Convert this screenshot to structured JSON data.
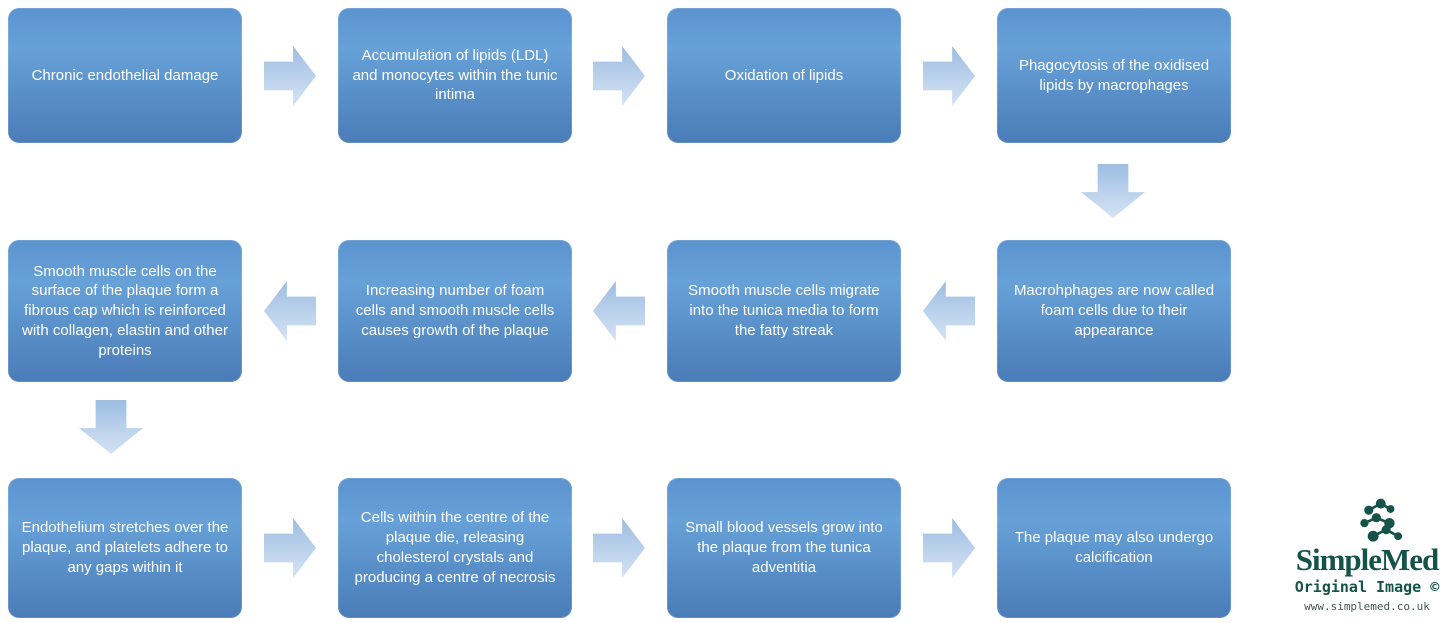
{
  "diagram": {
    "subject": "Pathophysiology of atherosclerosis flowchart",
    "boxes": [
      {
        "step": 1,
        "text": "Chronic endothelial damage"
      },
      {
        "step": 2,
        "text": "Accumulation of lipids (LDL) and monocytes within the tunic intima"
      },
      {
        "step": 3,
        "text": "Oxidation of lipids"
      },
      {
        "step": 4,
        "text": "Phagocytosis of the oxidised lipids by macrophages"
      },
      {
        "step": 5,
        "text": "Macrohphages are now called foam cells due to their appearance"
      },
      {
        "step": 6,
        "text": "Smooth muscle cells migrate into the tunica media to form the fatty streak"
      },
      {
        "step": 7,
        "text": "Increasing number of foam cells and smooth muscle cells causes growth of the plaque"
      },
      {
        "step": 8,
        "text": "Smooth muscle cells on the surface of the plaque form a fibrous cap which is reinforced with collagen, elastin and other proteins"
      },
      {
        "step": 9,
        "text": "Endothelium stretches over the plaque, and platelets adhere to any gaps within it"
      },
      {
        "step": 10,
        "text": "Cells within the centre of the plaque die, releasing cholesterol crystals and producing a centre of necrosis"
      },
      {
        "step": 11,
        "text": "Small blood vessels grow into the plaque from the tunica adventitia"
      },
      {
        "step": 12,
        "text": "The plaque may also undergo calcification"
      }
    ],
    "arrows": [
      "right",
      "right",
      "right",
      "down",
      "left",
      "left",
      "left",
      "down",
      "right",
      "right",
      "right"
    ],
    "row_flow": [
      "left-to-right",
      "right-to-left",
      "left-to-right"
    ]
  },
  "watermark": {
    "brand": "SimpleMed",
    "caption": "Original Image ©",
    "url": "www.simplemed.co.uk"
  },
  "colors": {
    "box_gradient_top": "#5b93cf",
    "box_gradient_mid": "#67a1d8",
    "box_gradient_bottom": "#4a7cb8",
    "box_text": "#ffffff",
    "arrow_gradient_top": "#9dbde2",
    "arrow_gradient_bottom": "#d4e2f5",
    "logo_green": "#15524a",
    "background": "#ffffff"
  }
}
